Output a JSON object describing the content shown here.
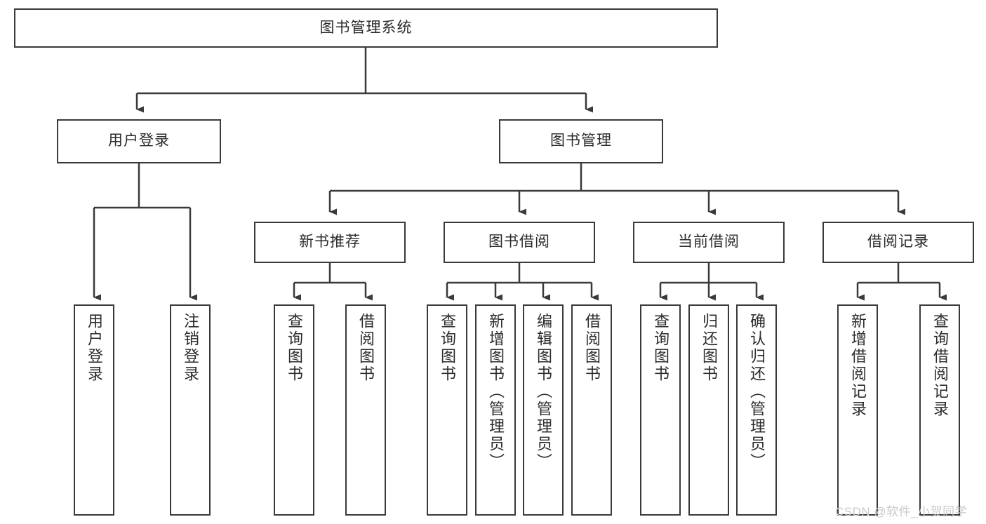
{
  "diagram": {
    "type": "tree",
    "title": "图书管理系统",
    "orientation": "top-down",
    "watermark": "CSDN @软件_小贺同学",
    "colors": {
      "node_border": "#3a3a3a",
      "node_fill": "#ffffff",
      "connector": "#3a3a3a",
      "text": "#2b2b2b",
      "background": "#ffffff",
      "watermark": "#c9c9c9"
    },
    "nodes": {
      "root": {
        "label": "图书管理系统"
      },
      "level1": [
        {
          "id": "user-login",
          "label": "用户登录"
        },
        {
          "id": "book-manage",
          "label": "图书管理"
        }
      ],
      "level2": [
        {
          "id": "new-book-recommend",
          "label": "新书推荐"
        },
        {
          "id": "book-borrow",
          "label": "图书借阅"
        },
        {
          "id": "current-borrow",
          "label": "当前借阅"
        },
        {
          "id": "borrow-record",
          "label": "借阅记录"
        }
      ],
      "leaves": {
        "user_login": [
          {
            "id": "leaf-user-login",
            "label": "用户登录"
          },
          {
            "id": "leaf-logout-login",
            "label": "注销登录"
          }
        ],
        "new_book_recommend": [
          {
            "id": "leaf-query-book-1",
            "label": "查询图书"
          },
          {
            "id": "leaf-borrow-book-1",
            "label": "借阅图书"
          }
        ],
        "book_borrow": [
          {
            "id": "leaf-query-book-2",
            "label": "查询图书"
          },
          {
            "id": "leaf-add-book",
            "label": "新增图书（管理员）"
          },
          {
            "id": "leaf-edit-book",
            "label": "编辑图书（管理员）"
          },
          {
            "id": "leaf-borrow-book-2",
            "label": "借阅图书"
          }
        ],
        "current_borrow": [
          {
            "id": "leaf-query-book-3",
            "label": "查询图书"
          },
          {
            "id": "leaf-return-book",
            "label": "归还图书"
          },
          {
            "id": "leaf-confirm-return",
            "label": "确认归还（管理员）"
          }
        ],
        "borrow_record": [
          {
            "id": "leaf-add-record",
            "label": "新增借阅记录"
          },
          {
            "id": "leaf-query-record",
            "label": "查询借阅记录"
          }
        ]
      }
    }
  }
}
